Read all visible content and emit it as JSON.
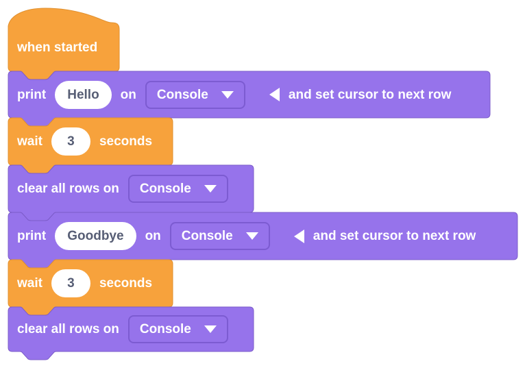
{
  "colors": {
    "block_purple": "#9673EB",
    "block_purple_border": "#7C5CC9",
    "block_orange": "#F7A23C",
    "block_orange_border": "#E0902F",
    "field_background": "#FFFFFF",
    "field_text": "#575E75",
    "label_text": "#FFFFFF"
  },
  "blocks": [
    {
      "kind": "hat",
      "label": "when started"
    },
    {
      "kind": "print",
      "print_label": "print",
      "value": "Hello",
      "on_label": "on",
      "console_option": "Console",
      "suffix_label": "and set cursor to next row"
    },
    {
      "kind": "wait",
      "wait_label": "wait",
      "value": "3",
      "seconds_label": "seconds"
    },
    {
      "kind": "clear",
      "label": "clear all rows on",
      "console_option": "Console"
    },
    {
      "kind": "print",
      "print_label": "print",
      "value": "Goodbye",
      "on_label": "on",
      "console_option": "Console",
      "suffix_label": "and set cursor to next row"
    },
    {
      "kind": "wait",
      "wait_label": "wait",
      "value": "3",
      "seconds_label": "seconds"
    },
    {
      "kind": "clear",
      "label": "clear all rows on",
      "console_option": "Console"
    }
  ]
}
